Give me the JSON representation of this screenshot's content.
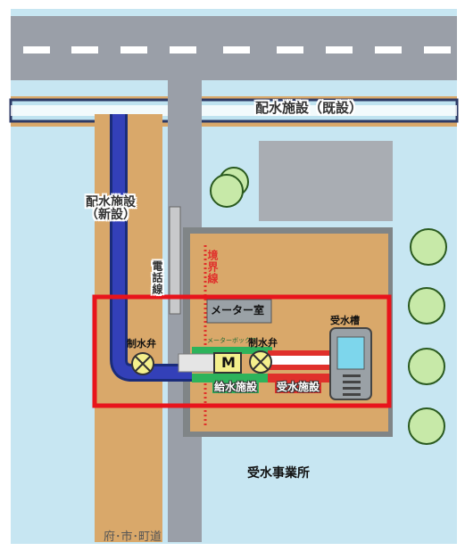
{
  "labels": {
    "existing_main": "配水施設（既設）",
    "new_main": "配水施設\n（新設）",
    "telephone_line": "電話線",
    "boundary_line": "境界線",
    "meter_room": "メーター室",
    "meter_box": "メーターボックス",
    "stop_valve_left": "制水弁",
    "stop_valve_right": "制水弁",
    "meter_symbol": "M",
    "water_tank": "受水槽",
    "supply_facility": "給水施設",
    "receiving_facility": "受水施設",
    "facility": "受水事業所",
    "road": "府･市･町道"
  },
  "colors": {
    "road": "#9a9fa8",
    "sky": "#bfe3f0",
    "ground": "#d9a86a",
    "pipe_blue": "#3340b8",
    "pipe_red": "#e0302b",
    "pipe_green": "#2db35b",
    "highlight": "#e8141c"
  }
}
